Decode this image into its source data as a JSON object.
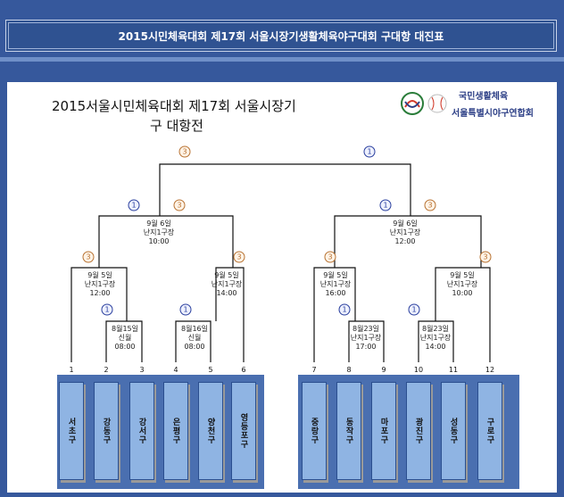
{
  "header": {
    "title": "2015시민체육대회 제17회 서울시장기생활체육야구대회 구대항 대진표"
  },
  "sheet": {
    "title_line1": "2015서울시민체육대회 제17회 서울시장기",
    "title_line2": "구 대항전",
    "logo_line1": "국민생활체육",
    "logo_line2": "서울특별시야구연합회"
  },
  "matches": {
    "final": {
      "left_marker": "3",
      "right_marker": "1"
    },
    "semi_left": {
      "date": "9월 6일",
      "venue": "난지1구장",
      "time": "10:00",
      "left_marker": "1",
      "right_marker": "3"
    },
    "semi_right": {
      "date": "9월 6일",
      "venue": "난지1구장",
      "time": "12:00",
      "left_marker": "1",
      "right_marker": "3"
    },
    "qf1": {
      "date": "9월 5일",
      "venue": "난지1구장",
      "time": "12:00",
      "left_marker": "3"
    },
    "qf2": {
      "date": "9월 5일",
      "venue": "난지1구장",
      "time": "14:00",
      "right_marker": "3"
    },
    "qf3": {
      "date": "9월 5일",
      "venue": "난지1구장",
      "time": "16:00",
      "left_marker": "3"
    },
    "qf4": {
      "date": "9월 5일",
      "venue": "난지1구장",
      "time": "10:00",
      "right_marker": "3"
    },
    "r1_a": {
      "date": "8월15일",
      "venue": "신월",
      "time": "08:00",
      "marker": "1"
    },
    "r1_b": {
      "date": "8월16일",
      "venue": "신월",
      "time": "08:00",
      "marker": "1"
    },
    "r1_c": {
      "date": "8월23일",
      "venue": "난지1구장",
      "time": "17:00",
      "marker": "1"
    },
    "r1_d": {
      "date": "8월23일",
      "venue": "난지1구장",
      "time": "14:00",
      "marker": "1"
    }
  },
  "teams": [
    {
      "seed": "1",
      "name": "서초구"
    },
    {
      "seed": "2",
      "name": "강동구"
    },
    {
      "seed": "3",
      "name": "강서구"
    },
    {
      "seed": "4",
      "name": "은평구"
    },
    {
      "seed": "5",
      "name": "양천구"
    },
    {
      "seed": "6",
      "name": "영등포구"
    },
    {
      "seed": "7",
      "name": "중랑구"
    },
    {
      "seed": "8",
      "name": "동작구"
    },
    {
      "seed": "9",
      "name": "마포구"
    },
    {
      "seed": "10",
      "name": "광진구"
    },
    {
      "seed": "11",
      "name": "성동구"
    },
    {
      "seed": "12",
      "name": "구로구"
    }
  ],
  "colors": {
    "background": "#36589c",
    "team_box": "#8fb4e3",
    "marker_3": "#b87333",
    "marker_1": "#2a3f9e"
  }
}
